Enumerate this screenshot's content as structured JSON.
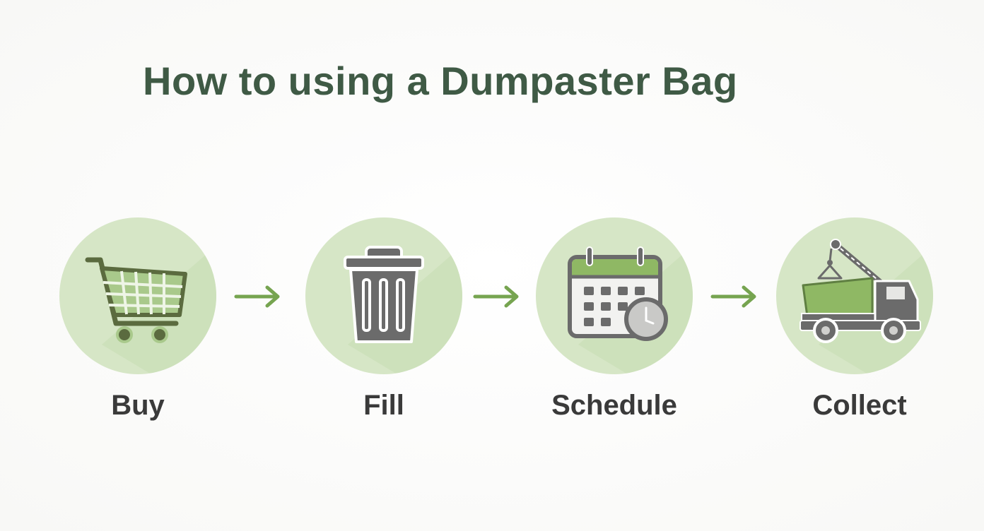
{
  "title": "How to using a Dumpaster Bag",
  "steps": [
    {
      "label": "Buy",
      "icon": "shopping-cart-icon"
    },
    {
      "label": "Fill",
      "icon": "trash-can-icon"
    },
    {
      "label": "Schedule",
      "icon": "calendar-clock-icon"
    },
    {
      "label": "Collect",
      "icon": "crane-truck-icon"
    }
  ],
  "colors": {
    "title": "#3f5a45",
    "circle": "#d6e6c6",
    "accent_green": "#76a450",
    "icon_gray": "#6b6b6b",
    "label": "#3a3a3a"
  }
}
